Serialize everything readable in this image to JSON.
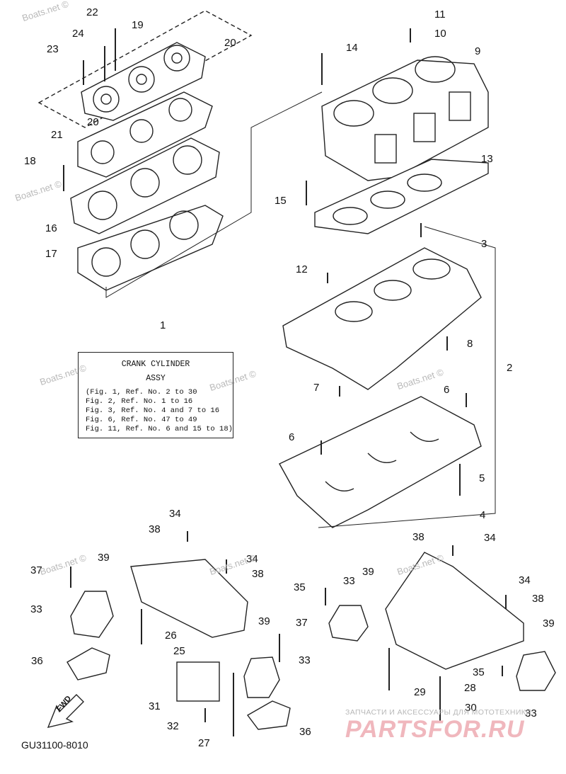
{
  "diagram": {
    "box": {
      "title_line1": "CRANK CYLINDER",
      "title_line2": "ASSY",
      "refs": [
        "(Fig. 1, Ref. No. 2 to 30",
        " Fig. 2, Ref. No. 1 to 16",
        " Fig. 3, Ref. No. 4 and 7 to 16",
        " Fig. 6, Ref. No. 47 to 49",
        " Fig. 11, Ref. No. 6 and 15 to 18)"
      ]
    },
    "diagram_code": "GU31100-8010",
    "fwd_label": "FWD",
    "watermark": "Boats.net ©",
    "shop_text": "ЗАПЧАСТИ И АКСЕССУАРЫ ДЛЯ МОТОТЕХНИКИ",
    "shop_logo": "PARTSFOR.RU",
    "callouts": [
      "1",
      "2",
      "3",
      "4",
      "5",
      "6",
      "6",
      "7",
      "8",
      "9",
      "10",
      "11",
      "12",
      "13",
      "14",
      "15",
      "16",
      "17",
      "18",
      "19",
      "20",
      "20",
      "21",
      "22",
      "23",
      "24",
      "25",
      "26",
      "27",
      "28",
      "29",
      "30",
      "31",
      "32",
      "33",
      "33",
      "33",
      "33",
      "34",
      "34",
      "34",
      "34",
      "35",
      "35",
      "36",
      "36",
      "37",
      "37",
      "38",
      "38",
      "38",
      "38",
      "39",
      "39",
      "39",
      "39"
    ]
  }
}
